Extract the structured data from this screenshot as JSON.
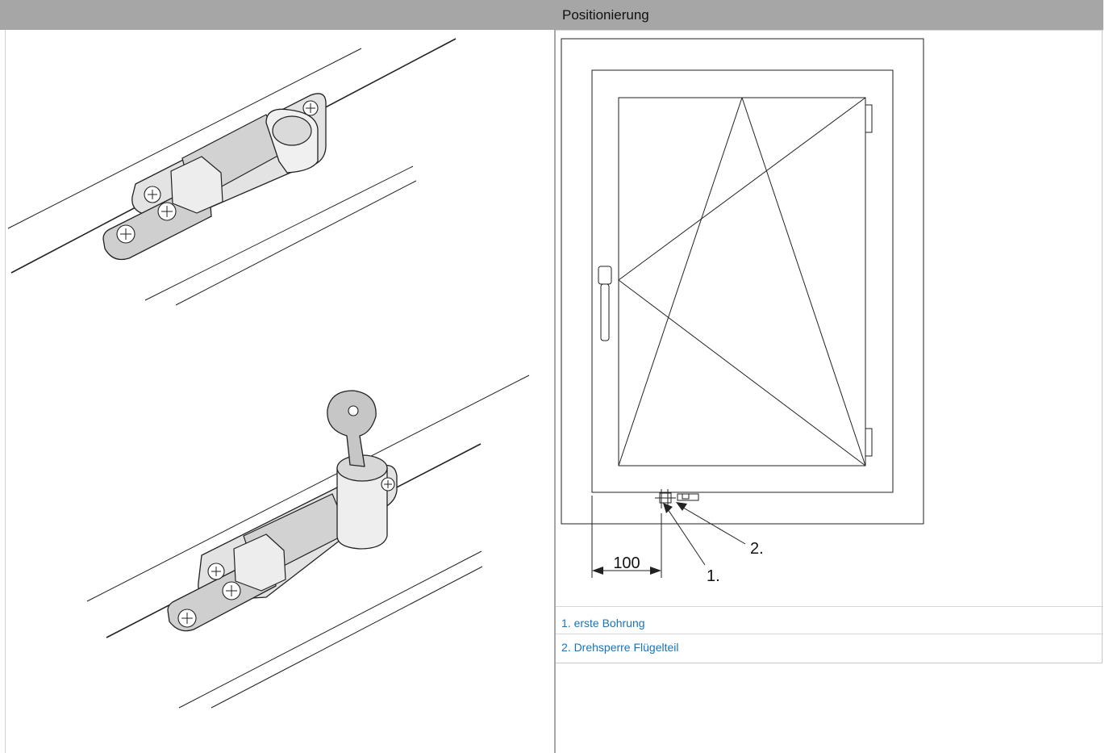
{
  "header": {
    "left_title": "",
    "right_title": "Positionierung"
  },
  "diagram": {
    "dimension_value": "100",
    "callout_1": "1.",
    "callout_2": "2."
  },
  "legend": {
    "items": [
      "1. erste Bohrung",
      "2. Drehsperre Flügelteil"
    ]
  }
}
